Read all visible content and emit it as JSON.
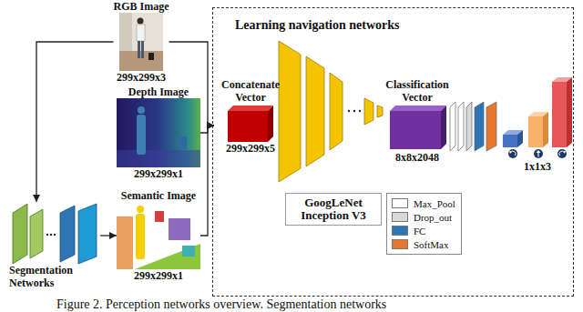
{
  "diagram": {
    "caption": "Figure 2. Perception networks overview. Segmentation networks",
    "nodes": [
      {
        "text": [
          "RGB Image",
          "299x299x3"
        ]
      },
      {
        "text": [
          "Depth Image",
          "299x299x1"
        ]
      },
      {
        "text": [
          "Semantic Image",
          "299x299x1"
        ]
      },
      {
        "text": [
          "Segmentation Networks"
        ]
      },
      {
        "text": [
          "Learning navigation networks"
        ]
      },
      {
        "text": [
          "Concatenate Vector",
          "299x299x5"
        ],
        "in": 4
      },
      {
        "text": [
          "GoogLeNet Inception V3"
        ],
        "in": 4
      },
      {
        "text": [
          "Classification Vector",
          "8x8x2048"
        ],
        "in": 4
      },
      {
        "text": [
          "1x1x3"
        ],
        "in": 4
      }
    ],
    "edges": [
      {
        "from": 0,
        "to": 3,
        "arrow": "to"
      },
      {
        "from": 3,
        "to": 2,
        "arrow": "to"
      },
      {
        "from": 0,
        "to": 5,
        "arrow": "to"
      },
      {
        "from": 1,
        "to": 5,
        "arrow": "to"
      },
      {
        "from": 2,
        "to": 5,
        "arrow": "to"
      }
    ],
    "legend": [
      {
        "text": "Max_Pool",
        "color": "#ffffff"
      },
      {
        "text": "Drop_out",
        "color": "#d9d9d9"
      },
      {
        "text": "FC",
        "color": "#2e75b6"
      },
      {
        "text": "SoftMax",
        "color": "#e8772e"
      }
    ]
  }
}
